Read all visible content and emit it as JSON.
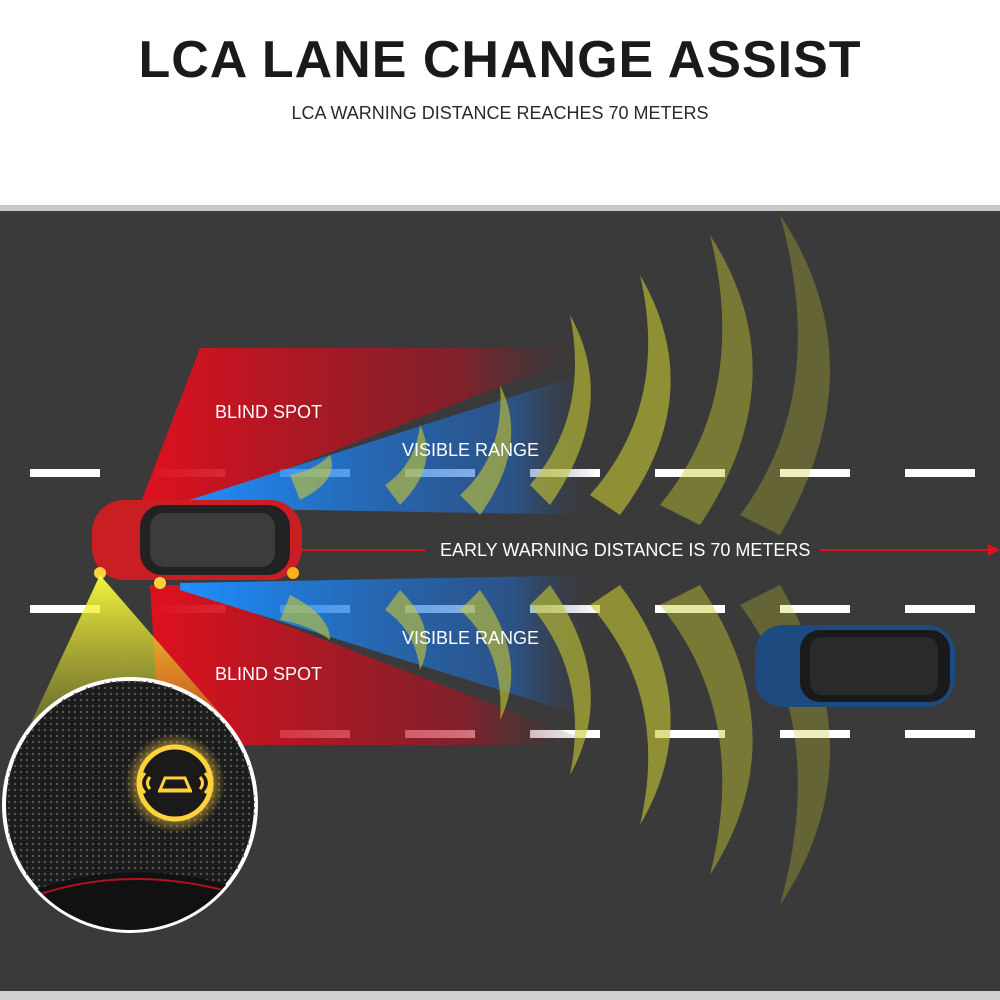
{
  "header": {
    "title": "LCA LANE CHANGE ASSIST",
    "subtitle": "LCA WARNING DISTANCE REACHES 70 METERS"
  },
  "labels": {
    "blind_spot_top": "BLIND SPOT",
    "visible_range_top": "VISIBLE RANGE",
    "early_warning": "EARLY WARNING DISTANCE IS 70 METERS",
    "visible_range_bottom": "VISIBLE RANGE",
    "blind_spot_bottom": "BLIND SPOT"
  },
  "colors": {
    "road": "#3a3a3a",
    "lane_marking": "#ffffff",
    "blind_spot": "#e0101e",
    "visible_range": "#1e90ff",
    "radar_wave": "#c8c832",
    "warning_light": "#ffd23c",
    "red_car": "#c81e24",
    "blue_car": "#1e4a80"
  },
  "icons": {
    "indicator": "car-radar-warning-icon"
  }
}
